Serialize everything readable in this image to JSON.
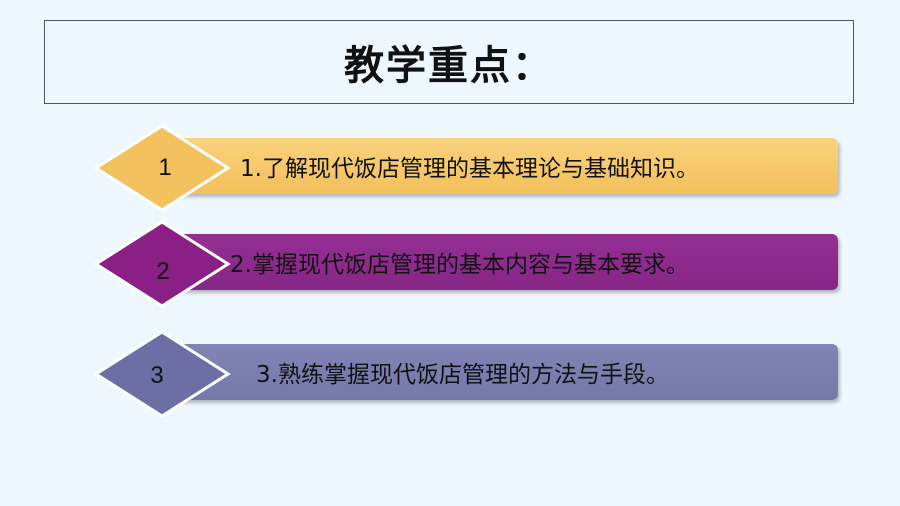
{
  "title": "教学重点：",
  "items": [
    {
      "number": "1",
      "text": "1.了解现代饭店管理的基本理论与基础知识。",
      "bar_color": "#f7c96c",
      "diamond_color": "#f5c462"
    },
    {
      "number": "2",
      "text": "2.掌握现代饭店管理的基本内容与基本要求。",
      "bar_color": "#8e2a8e",
      "diamond_color": "#8b1f86"
    },
    {
      "number": "3",
      "text": "3.熟练掌握现代饭店管理的方法与手段。",
      "bar_color": "#7d7fb0",
      "diamond_color": "#6f71a6"
    }
  ]
}
